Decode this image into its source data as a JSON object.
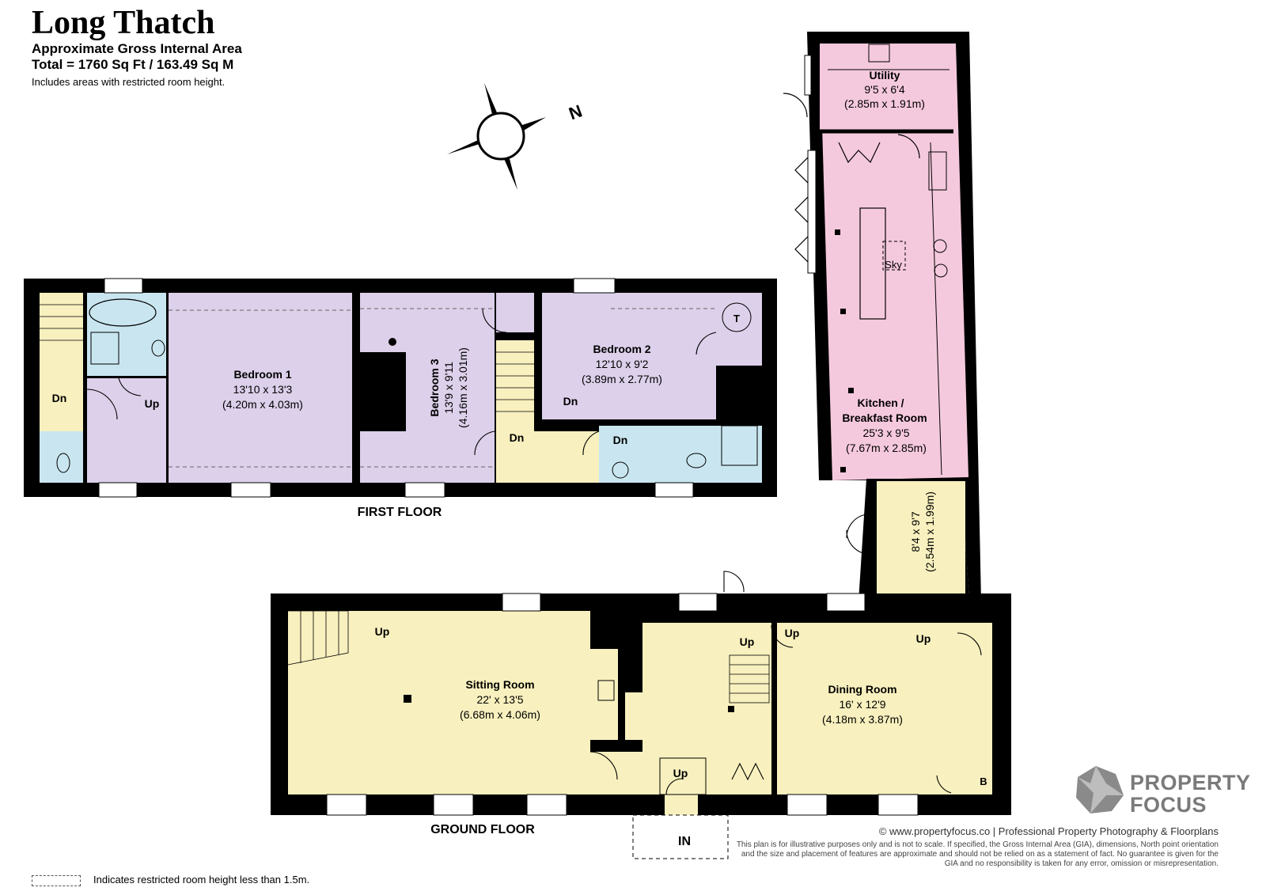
{
  "header": {
    "title": "Long Thatch",
    "subtitle": "Approximate Gross Internal Area",
    "total": "Total = 1760 Sq Ft / 163.49 Sq M",
    "note": "Includes areas with restricted room height."
  },
  "compass": {
    "label": "N"
  },
  "floors": {
    "first": "FIRST FLOOR",
    "ground": "GROUND FLOOR"
  },
  "rooms": {
    "utility": {
      "name": "Utility",
      "imperial": "9'5 x 6'4",
      "metric": "(2.85m x 1.91m)"
    },
    "kitchen": {
      "name1": "Kitchen /",
      "name2": "Breakfast Room",
      "imperial": "25'3 x 9'5",
      "metric": "(7.67m x 2.85m)"
    },
    "sky": "Sky",
    "hall_room": {
      "imperial": "8'4 x 9'7",
      "metric": "(2.54m x 1.99m)"
    },
    "bedroom1": {
      "name": "Bedroom 1",
      "imperial": "13'10 x 13'3",
      "metric": "(4.20m x 4.03m)"
    },
    "bedroom2": {
      "name": "Bedroom 2",
      "imperial": "12'10 x 9'2",
      "metric": "(3.89m x 2.77m)"
    },
    "bedroom3": {
      "name": "Bedroom 3",
      "imperial": "13'9 x 9'11",
      "metric": "(4.16m x 3.01m)"
    },
    "sitting": {
      "name": "Sitting Room",
      "imperial": "22' x 13'5",
      "metric": "(6.68m x 4.06m)"
    },
    "dining": {
      "name": "Dining Room",
      "imperial": "16' x 12'9",
      "metric": "(4.18m x 3.87m)"
    }
  },
  "markers": {
    "up": "Up",
    "dn": "Dn",
    "in": "IN",
    "tank": "T",
    "boiler": "B"
  },
  "legend": {
    "text": "Indicates restricted room height less than 1.5m."
  },
  "footer": {
    "credit": "© www.propertyfocus.co | Professional Property Photography & Floorplans",
    "disclaimer": "This plan is for illustrative purposes only and is not to scale. If specified, the Gross Internal Area (GIA), dimensions, North point orientation and the size and placement of features are approximate and should not be relied on as a statement of fact. No guarantee is given for the GIA and no responsibility is taken for any error, omission or misrepresentation.",
    "brand_line1": "PROPERTY",
    "brand_line2": "FOCUS"
  },
  "colors": {
    "wall": "#000000",
    "kitchen_fill": "#f5c9dd",
    "bedroom_fill": "#dcd0ea",
    "bathroom_fill": "#c9e6f0",
    "ground_fill": "#f8f0be",
    "brand_grey": "#7a7a7a"
  }
}
